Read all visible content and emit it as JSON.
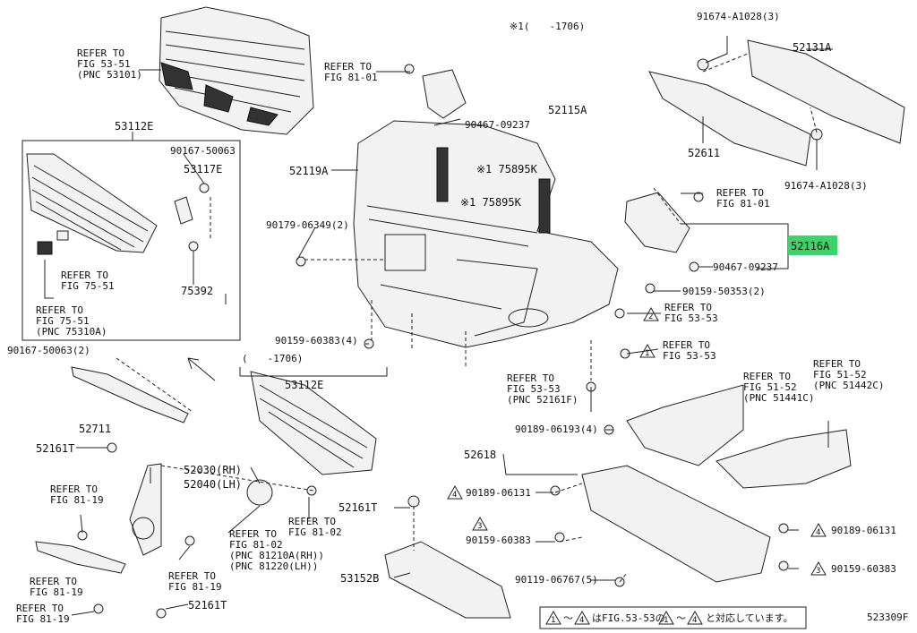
{
  "diagram_code": "523309F",
  "header_note": "※1(　　-1706)",
  "inset_note": "(　　-1706)",
  "footnote": {
    "marks_from": "1",
    "marks_to": "4",
    "text_a": "〜",
    "text_b": "はFIG.53-53の",
    "text_c": "〜",
    "text_d": "と対応しています。"
  },
  "highlight_color": "#3dd26a",
  "labels": {
    "ref_53_51_a": "REFER TO",
    "ref_53_51_b": "FIG 53-51",
    "ref_53_51_c": "(PNC 53101)",
    "ref_81_01_a": "REFER TO",
    "ref_81_01_b": "FIG 81-01",
    "p91674_top": "91674-A1028(3)",
    "p52131A": "52131A",
    "p53112E_top": "53112E",
    "p90167_50063_a": "90167-50063",
    "p53117E": "53117E",
    "p52115A": "52115A",
    "p90467_09237_a": "90467-09237",
    "p52611": "52611",
    "p52119A": "52119A",
    "p75895K_a": "※1 75895K",
    "p75895K_b": "※1 75895K",
    "p91674_bot": "91674-A1028(3)",
    "ref_81_01c_a": "REFER TO",
    "ref_81_01c_b": "FIG 81-01",
    "p90179_06349": "90179-06349(2)",
    "p52116A": "52116A",
    "ref_75_51_a": "REFER TO",
    "ref_75_51_b": "FIG 75-51",
    "p75392": "75392",
    "p90467_09237_b": "90467-09237",
    "p90159_50353": "90159-50353(2)",
    "ref_75_51b_a": "REFER TO",
    "ref_75_51b_b": "FIG 75-51",
    "ref_75_51b_c": "(PNC 75310A)",
    "ref_53_53a_a": "REFER TO",
    "ref_53_53a_b": "FIG 53-53",
    "p90167_50063_b": "90167-50063(2)",
    "p90159_60383_a": "90159-60383(4)",
    "ref_53_53b_a": "REFER TO",
    "ref_53_53b_b": "FIG 53-53",
    "p53112E_bot": "53112E",
    "ref_53_53c_a": "REFER TO",
    "ref_53_53c_b": "FIG 53-53",
    "ref_53_53c_c": "(PNC 52161F)",
    "ref_51_52a_a": "REFER TO",
    "ref_51_52a_b": "FIG 51-52",
    "ref_51_52a_c": "(PNC 51441C)",
    "ref_51_52b_a": "FIG 51-52",
    "ref_51_52b_b": "(PNC 51442C)",
    "ref_51_52b_c": "REFER TO",
    "p52711": "52711",
    "p90189_06193": "90189-06193(4)",
    "p52161T_a": "52161T",
    "p52618": "52618",
    "p52030": "52030(RH)",
    "p52040": "52040(LH)",
    "ref_81_19a_a": "REFER TO",
    "ref_81_19a_b": "FIG 81-19",
    "p90189_06131_a": "90189-06131",
    "p52161T_b": "52161T",
    "ref_81_02a_a": "REFER TO",
    "ref_81_02a_b": "FIG 81-02",
    "ref_81_02b_a": "REFER TO",
    "ref_81_02b_b": "FIG 81-02",
    "ref_81_02b_c": "(PNC 81210A(RH))",
    "ref_81_02b_d": "(PNC 81220(LH))",
    "p90159_60383_b": "90159-60383",
    "p90189_06131_b": "90189-06131",
    "ref_81_19b_a": "REFER TO",
    "ref_81_19b_b": "FIG 81-19",
    "p90119_06767": "90119-06767(5)",
    "p90159_60383_c": "90159-60383",
    "ref_81_19c_a": "REFER TO",
    "ref_81_19c_b": "FIG 81-19",
    "p53152B": "53152B",
    "ref_81_19d_a": "REFER TO",
    "ref_81_19d_b": "FIG 81-19",
    "p52161T_c": "52161T"
  },
  "callout_marks": {
    "m2a": "2",
    "m1a": "1",
    "m4a": "4",
    "m3a": "3",
    "m4b": "4",
    "m3b": "3"
  }
}
